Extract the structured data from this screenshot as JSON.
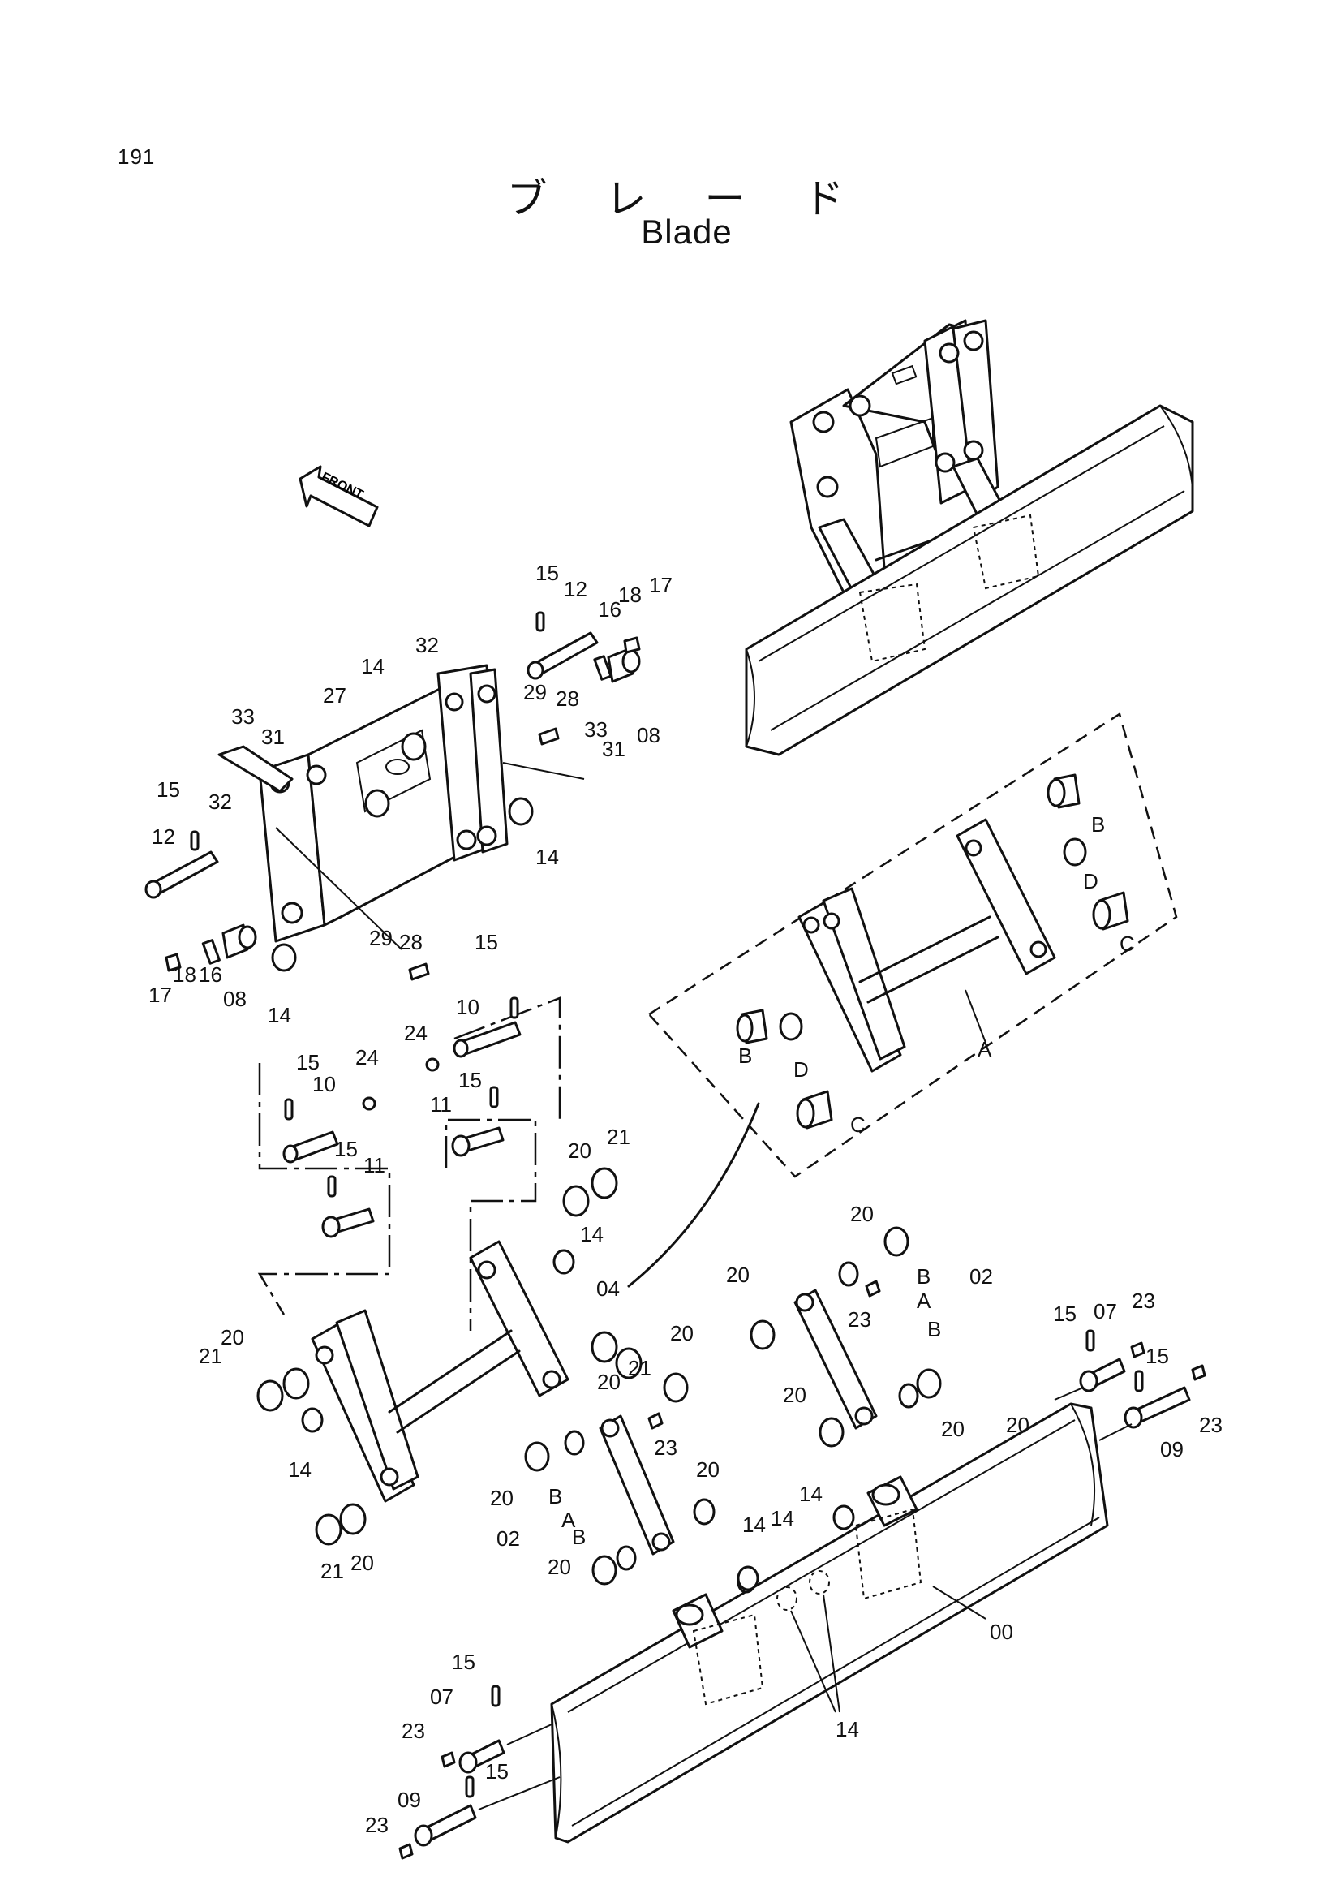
{
  "page": {
    "number": "191",
    "title_jp": "ブ レ ー ド",
    "title_en": "Blade"
  },
  "direction": {
    "label": "FRONT"
  },
  "callouts": {
    "c00": "00",
    "c02a": "02",
    "c02b": "02",
    "c04": "04",
    "c07a": "07",
    "c07b": "07",
    "c08a": "08",
    "c08b": "08",
    "c09a": "09",
    "c09b": "09",
    "c10a": "10",
    "c10b": "10",
    "c11a": "11",
    "c11b": "11",
    "c12a": "12",
    "c12b": "12",
    "c14a": "14",
    "c14b": "14",
    "c14c": "14",
    "c14d": "14",
    "c14e": "14",
    "c14f": "14",
    "c14g": "14",
    "c14h": "14",
    "c14i": "14",
    "c15a": "15",
    "c15b": "15",
    "c15c": "15",
    "c15d": "15",
    "c15e": "15",
    "c15f": "15",
    "c15g": "15",
    "c15h": "15",
    "c15i": "15",
    "c15j": "15",
    "c16a": "16",
    "c16b": "16",
    "c17a": "17",
    "c17b": "17",
    "c18a": "18",
    "c18b": "18",
    "c20a": "20",
    "c20b": "20",
    "c20c": "20",
    "c20d": "20",
    "c20e": "20",
    "c20f": "20",
    "c20g": "20",
    "c20h": "20",
    "c20i": "20",
    "c20j": "20",
    "c20k": "20",
    "c20l": "20",
    "c20m": "20",
    "c21a": "21",
    "c21b": "21",
    "c21c": "21",
    "c21d": "21",
    "c23a": "23",
    "c23b": "23",
    "c23c": "23",
    "c23d": "23",
    "c23e": "23",
    "c23f": "23",
    "c24a": "24",
    "c24b": "24",
    "c27": "27",
    "c28a": "28",
    "c28b": "28",
    "c29a": "29",
    "c29b": "29",
    "c31a": "31",
    "c31b": "31",
    "c32a": "32",
    "c32b": "32",
    "c33a": "33",
    "c33b": "33",
    "cA1": "A",
    "cA2": "A",
    "cA3": "A",
    "cB1": "B",
    "cB2": "B",
    "cB3": "B",
    "cB4": "B",
    "cB5": "B",
    "cB6": "B",
    "cC1": "C",
    "cC2": "C",
    "cD1": "D",
    "cD2": "D"
  }
}
